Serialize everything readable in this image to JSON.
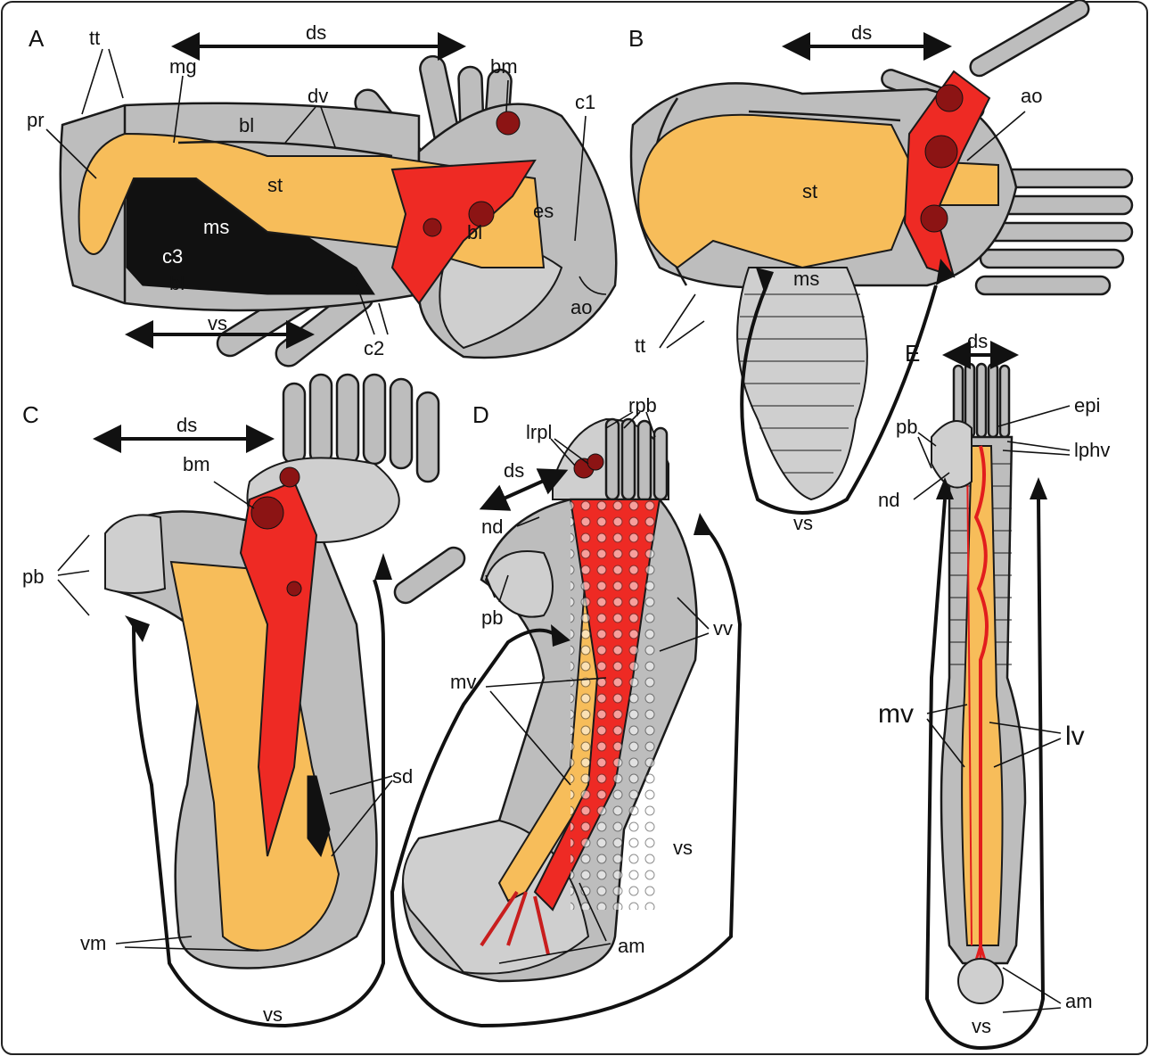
{
  "panels": [
    {
      "id": "A",
      "letter": "A",
      "labels": [
        "tt",
        "ds",
        "bm",
        "dv",
        "mg",
        "pr",
        "c1",
        "bl",
        "st",
        "ms",
        "c3",
        "bl",
        "bl",
        "es",
        "vs",
        "c2",
        "ao"
      ]
    },
    {
      "id": "B",
      "letter": "B",
      "labels": [
        "ds",
        "ao",
        "st",
        "ms",
        "tt",
        "vs"
      ]
    },
    {
      "id": "C",
      "letter": "C",
      "labels": [
        "ds",
        "bm",
        "pb",
        "sd",
        "vm",
        "vs"
      ]
    },
    {
      "id": "D",
      "letter": "D",
      "labels": [
        "rpb",
        "lrpl",
        "ds",
        "nd",
        "pb",
        "vv",
        "mv",
        "vs",
        "am"
      ]
    },
    {
      "id": "E",
      "letter": "E",
      "labels": [
        "ds",
        "epi",
        "pb",
        "lphv",
        "nd",
        "mv",
        "lv",
        "am",
        "vs"
      ]
    }
  ],
  "colors": {
    "body": "#bdbdbd",
    "gut": "#f7bd5a",
    "blood": "#ee2a24",
    "mesentery": "#111111",
    "frame": "#1a1a1a"
  }
}
